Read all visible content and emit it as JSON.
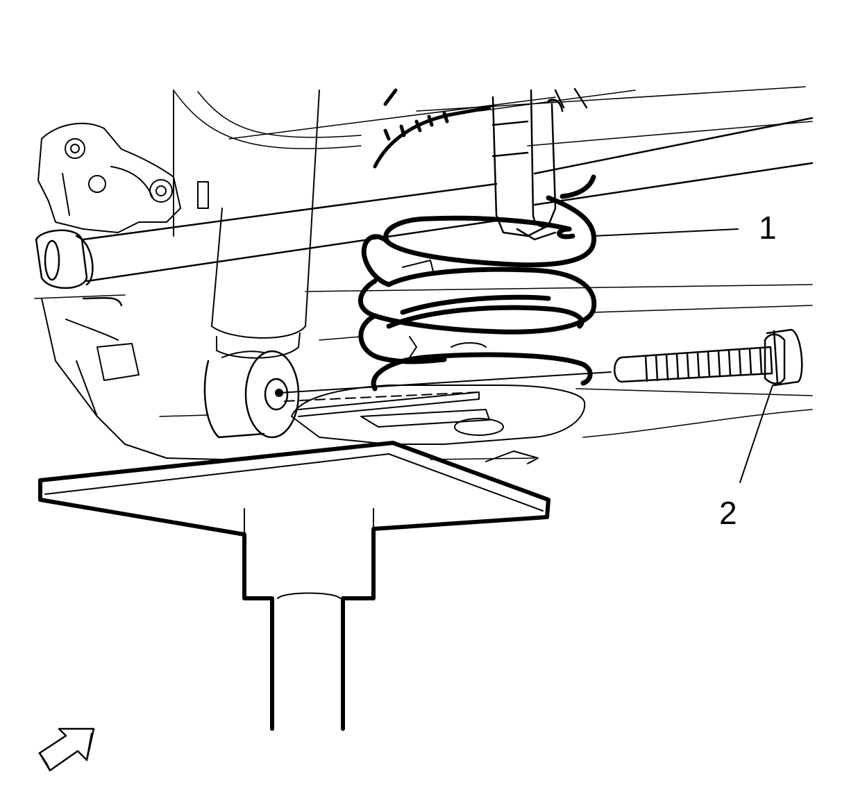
{
  "callouts": [
    {
      "number": "1",
      "part": "coil-spring"
    },
    {
      "number": "2",
      "part": "bolt"
    }
  ],
  "colors": {
    "ink": "#000000",
    "paper": "#ffffff"
  },
  "icons": {
    "view_direction": "view-direction-arrow-icon"
  }
}
